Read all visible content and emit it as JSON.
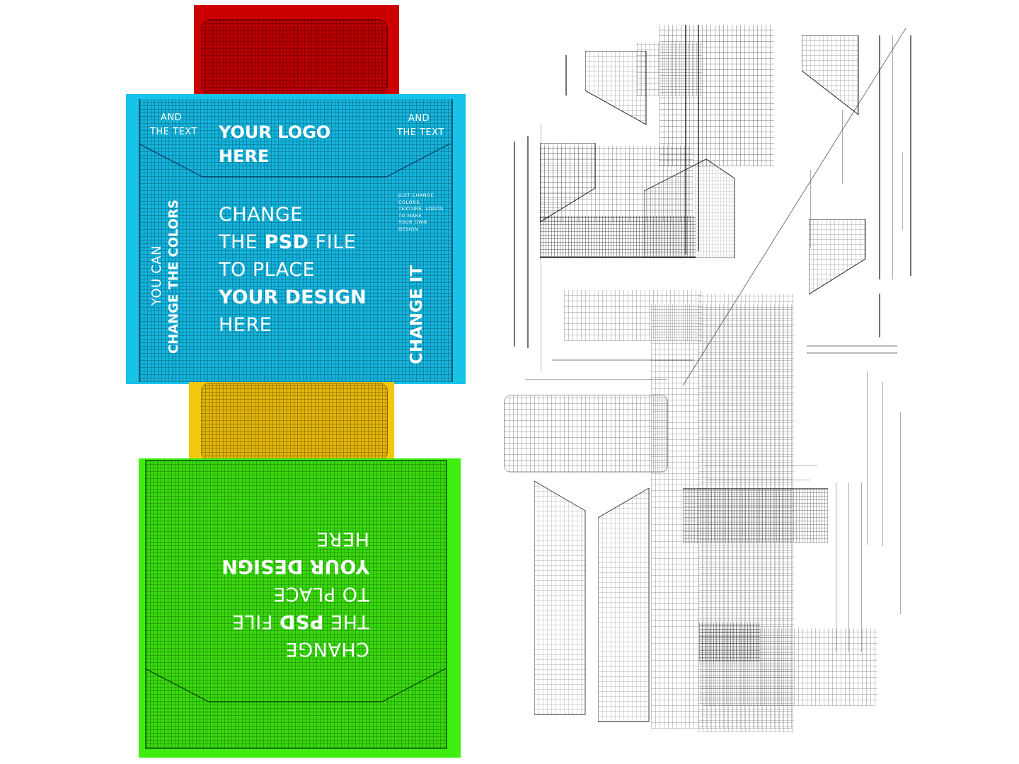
{
  "colors": {
    "red_panel": "#cc0000",
    "red_inner": "#b80000",
    "blue_panel": "#18c3ea",
    "blue_inner": "#14b3dc",
    "yellow_panel": "#f2c80f",
    "yellow_inner": "#e0b40a",
    "green_panel": "#3fee10",
    "green_inner": "#38d80e",
    "text": "#ffffff",
    "wireframe": "#000000",
    "background": "#ffffff"
  },
  "blue_panel": {
    "top_left_text": {
      "line1": "AND",
      "line2": "THE TEXT"
    },
    "top_right_text": {
      "line1": "AND",
      "line2": "THE TEXT"
    },
    "logo_text": {
      "line1": "YOUR LOGO",
      "line2": "HERE"
    },
    "main_text": {
      "line1": "CHANGE",
      "line2_pre": "THE ",
      "line2_bold": "PSD",
      "line2_post": " FILE",
      "line3": "TO PLACE",
      "line4": "YOUR DESIGN",
      "line5": "HERE"
    },
    "small_text": [
      "JUST CHANGE",
      "COLORS,",
      "TEXTURE, LOGOS",
      "TO MAKE",
      "YOUR OWN",
      "DESIGN"
    ],
    "left_vertical": {
      "line1": "YOU CAN",
      "line2": "CHANGE THE COLORS"
    },
    "right_vertical": "CHANGE IT"
  },
  "green_panel": {
    "main_text_upside_down": {
      "line1": "CHANGE",
      "line2_pre": "THE ",
      "line2_bold": "PSD",
      "line2_post": " FILE",
      "line3": "TO PLACE",
      "line4": "YOUR DESIGN",
      "line5": "HERE"
    }
  }
}
